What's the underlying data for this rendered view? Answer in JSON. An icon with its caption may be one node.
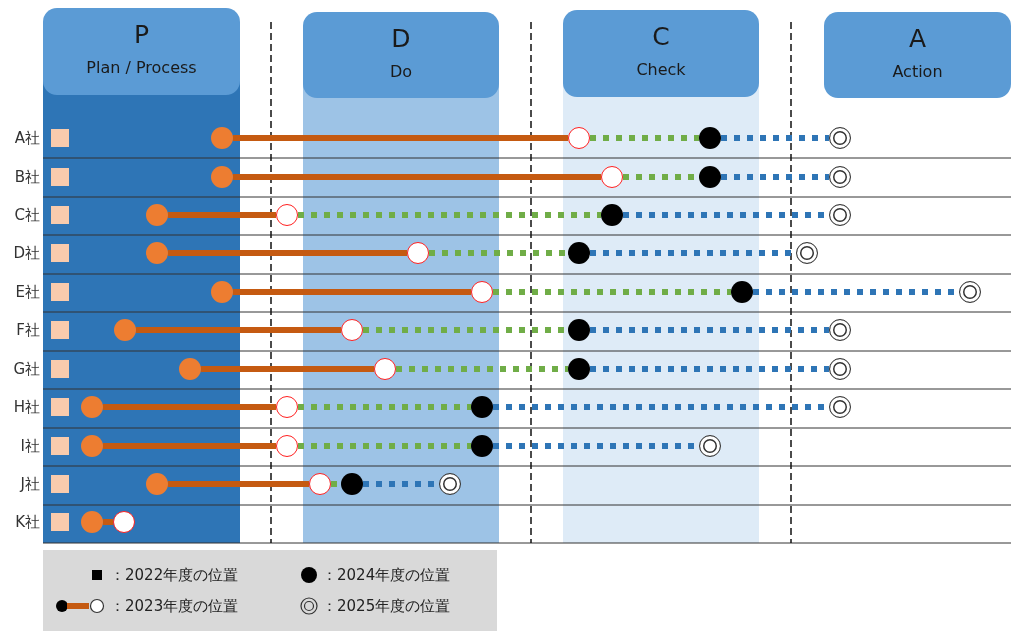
{
  "diagram": {
    "nodes": [
      {
        "text": [
          "P",
          "Plan / Process"
        ]
      },
      {
        "text": [
          "D",
          "Do"
        ]
      },
      {
        "text": [
          "C",
          "Check"
        ]
      },
      {
        "text": [
          "A",
          "Action"
        ]
      },
      {
        "text": [],
        "shape": "circle"
      },
      {
        "text": [],
        "shape": "circle"
      },
      {
        "text": [],
        "shape": "circle"
      },
      {
        "text": [],
        "shape": "circle"
      },
      {
        "text": [],
        "shape": "circle"
      },
      {
        "text": [],
        "shape": "circle"
      },
      {
        "text": [],
        "shape": "circle"
      },
      {
        "text": [],
        "shape": "circle"
      },
      {
        "text": [],
        "shape": "circle"
      },
      {
        "text": [],
        "shape": "circle"
      },
      {
        "text": [],
        "shape": "circle"
      },
      {
        "text": [],
        "shape": "circle"
      },
      {
        "text": [],
        "shape": "circle"
      },
      {
        "text": [],
        "shape": "circle"
      },
      {
        "text": [],
        "shape": "circle"
      },
      {
        "text": [],
        "shape": "circle"
      },
      {
        "text": [],
        "shape": "circle"
      },
      {
        "text": [],
        "shape": "circle"
      },
      {
        "text": [],
        "shape": "circle"
      },
      {
        "text": [],
        "shape": "circle"
      },
      {
        "text": [],
        "shape": "circle"
      },
      {
        "text": [],
        "shape": "circle"
      },
      {
        "text": [],
        "shape": "circle"
      },
      {
        "text": [],
        "shape": "circle"
      },
      {
        "text": [],
        "shape": "circle"
      },
      {
        "text": [],
        "shape": "circle"
      },
      {
        "text": [],
        "shape": "circle"
      },
      {
        "text": [],
        "shape": "circle"
      },
      {
        "text": [],
        "shape": "circle"
      },
      {
        "text": [],
        "shape": "circle"
      },
      {
        "text": [],
        "shape": "circle"
      },
      {
        "text": [],
        "shape": "circle"
      },
      {
        "text": [],
        "shape": "circle"
      },
      {
        "text": [],
        "shape": "circle"
      },
      {
        "text": [],
        "shape": "circle"
      },
      {
        "text": [],
        "shape": "circle"
      },
      {
        "text": [],
        "shape": "circle"
      },
      {
        "text": [],
        "shape": "circle"
      },
      {
        "text": [],
        "shape": "circle"
      },
      {
        "text": [],
        "shape": "circle"
      },
      {
        "text": [],
        "shape": "circle"
      },
      {
        "text": [],
        "shape": "circle"
      }
    ],
    "edges": [
      {
        "from": 4,
        "to": 5,
        "arrow": "none",
        "color": "#c55a11"
      },
      {
        "from": 5,
        "to": 6,
        "arrow": "none",
        "style": "dashed",
        "color": "#70ad47"
      },
      {
        "from": 6,
        "to": 7,
        "arrow": "none",
        "style": "dashed",
        "color": "#2e75b6"
      },
      {
        "from": 8,
        "to": 9,
        "arrow": "none",
        "color": "#c55a11"
      },
      {
        "from": 9,
        "to": 10,
        "arrow": "none",
        "style": "dashed",
        "color": "#70ad47"
      },
      {
        "from": 10,
        "to": 11,
        "arrow": "none",
        "style": "dashed",
        "color": "#2e75b6"
      },
      {
        "from": 12,
        "to": 13,
        "arrow": "none",
        "color": "#c55a11"
      },
      {
        "from": 13,
        "to": 14,
        "arrow": "none",
        "style": "dashed",
        "color": "#70ad47"
      },
      {
        "from": 14,
        "to": 15,
        "arrow": "none",
        "style": "dashed",
        "color": "#2e75b6"
      },
      {
        "from": 16,
        "to": 17,
        "arrow": "none",
        "color": "#c55a11"
      },
      {
        "from": 17,
        "to": 18,
        "arrow": "none",
        "style": "dashed",
        "color": "#70ad47"
      },
      {
        "from": 18,
        "to": 19,
        "arrow": "none",
        "style": "dashed",
        "color": "#2e75b6"
      },
      {
        "from": 20,
        "to": 21,
        "arrow": "none",
        "color": "#c55a11"
      },
      {
        "from": 21,
        "to": 22,
        "arrow": "none",
        "style": "dashed",
        "color": "#70ad47"
      },
      {
        "from": 22,
        "to": 23,
        "arrow": "none",
        "style": "dashed",
        "color": "#2e75b6"
      },
      {
        "from": 24,
        "to": 25,
        "arrow": "none",
        "color": "#c55a11"
      },
      {
        "from": 25,
        "to": 26,
        "arrow": "none",
        "style": "dashed",
        "color": "#70ad47"
      },
      {
        "from": 26,
        "to": 27,
        "arrow": "none",
        "style": "dashed",
        "color": "#2e75b6"
      },
      {
        "from": 28,
        "to": 29,
        "arrow": "none",
        "color": "#c55a11"
      },
      {
        "from": 29,
        "to": 30,
        "arrow": "none",
        "style": "dashed",
        "color": "#70ad47"
      },
      {
        "from": 30,
        "to": 31,
        "arrow": "none",
        "style": "dashed",
        "color": "#2e75b6"
      },
      {
        "from": 32,
        "to": 33,
        "arrow": "none",
        "color": "#c55a11"
      },
      {
        "from": 33,
        "to": 34,
        "arrow": "none",
        "style": "dashed",
        "color": "#70ad47"
      },
      {
        "from": 34,
        "to": 35,
        "arrow": "none",
        "style": "dashed",
        "color": "#2e75b6"
      },
      {
        "from": 36,
        "to": 37,
        "arrow": "none",
        "color": "#c55a11"
      },
      {
        "from": 37,
        "to": 38,
        "arrow": "none",
        "style": "dashed",
        "color": "#70ad47"
      },
      {
        "from": 38,
        "to": 39,
        "arrow": "none",
        "style": "dashed",
        "color": "#2e75b6"
      },
      {
        "from": 40,
        "to": 41,
        "arrow": "none",
        "color": "#c55a11"
      },
      {
        "from": 41,
        "to": 42,
        "arrow": "none",
        "style": "dashed",
        "color": "#70ad47"
      },
      {
        "from": 42,
        "to": 43,
        "arrow": "none",
        "style": "dashed",
        "color": "#2e75b6"
      },
      {
        "from": 44,
        "to": 45,
        "arrow": "none",
        "color": "#c55a11"
      }
    ],
    "labels": [
      "A社",
      "B社",
      "C社",
      "D社",
      "E社",
      "F社",
      "G社",
      "H社",
      "I社",
      "J社",
      "K社"
    ],
    "legend": [
      {
        "text": "：2022年度の位置"
      },
      {
        "text": "：2024年度の位置"
      },
      {
        "text": "：2023年度の位置"
      },
      {
        "text": "：2025年度の位置"
      }
    ]
  }
}
